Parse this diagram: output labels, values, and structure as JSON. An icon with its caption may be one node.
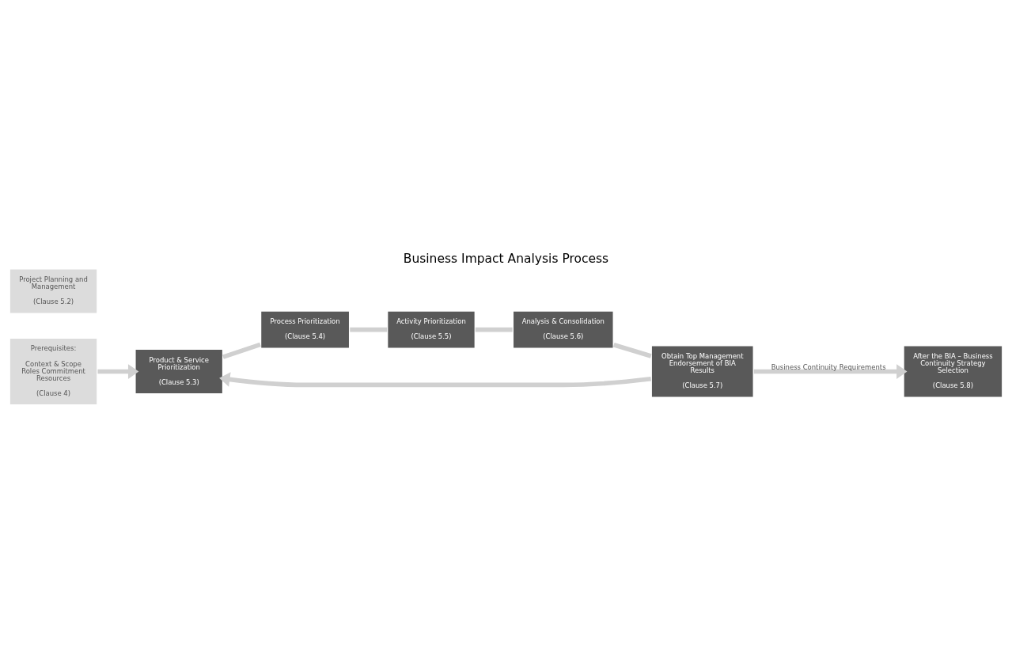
{
  "diagram": {
    "title": "Business Impact Analysis Process",
    "nodes": [
      {
        "text": [
          "Prerequisites:",
          "Context & Scope Roles Commitment Resources",
          "(Clause 4)"
        ]
      },
      {
        "text": [
          "Product & Service Prioritization",
          "(Clause 5.3)"
        ]
      },
      {
        "text": [
          "Process Prioritization",
          "(Clause 5.4)"
        ]
      },
      {
        "text": [
          "Activity Prioritization",
          "(Clause 5.5)"
        ]
      },
      {
        "text": [
          "Analysis & Consolidation",
          "(Clause 5.6)"
        ]
      },
      {
        "text": [
          "Obtain Top Management Endorsement of BIA Results",
          "(Clause 5.7)"
        ]
      },
      {
        "text": [
          "Project Planning and Management",
          "(Clause 5.2)"
        ]
      },
      {
        "text": [
          "After the BIA – Business Continuity Strategy Selection",
          "(Clause 5.8)"
        ]
      }
    ],
    "edges": [
      {
        "from": 0,
        "to": 1,
        "arrow": "to"
      },
      {
        "from": 1,
        "to": 2,
        "arrow": "none"
      },
      {
        "from": 2,
        "to": 3,
        "arrow": "none"
      },
      {
        "from": 3,
        "to": 4,
        "arrow": "none"
      },
      {
        "from": 4,
        "to": 5,
        "arrow": "none"
      },
      {
        "from": 5,
        "to": 1,
        "arrow": "to"
      },
      {
        "from": 5,
        "to": 7,
        "arrow": "to",
        "label": "Business Continuity Requirements"
      }
    ]
  }
}
